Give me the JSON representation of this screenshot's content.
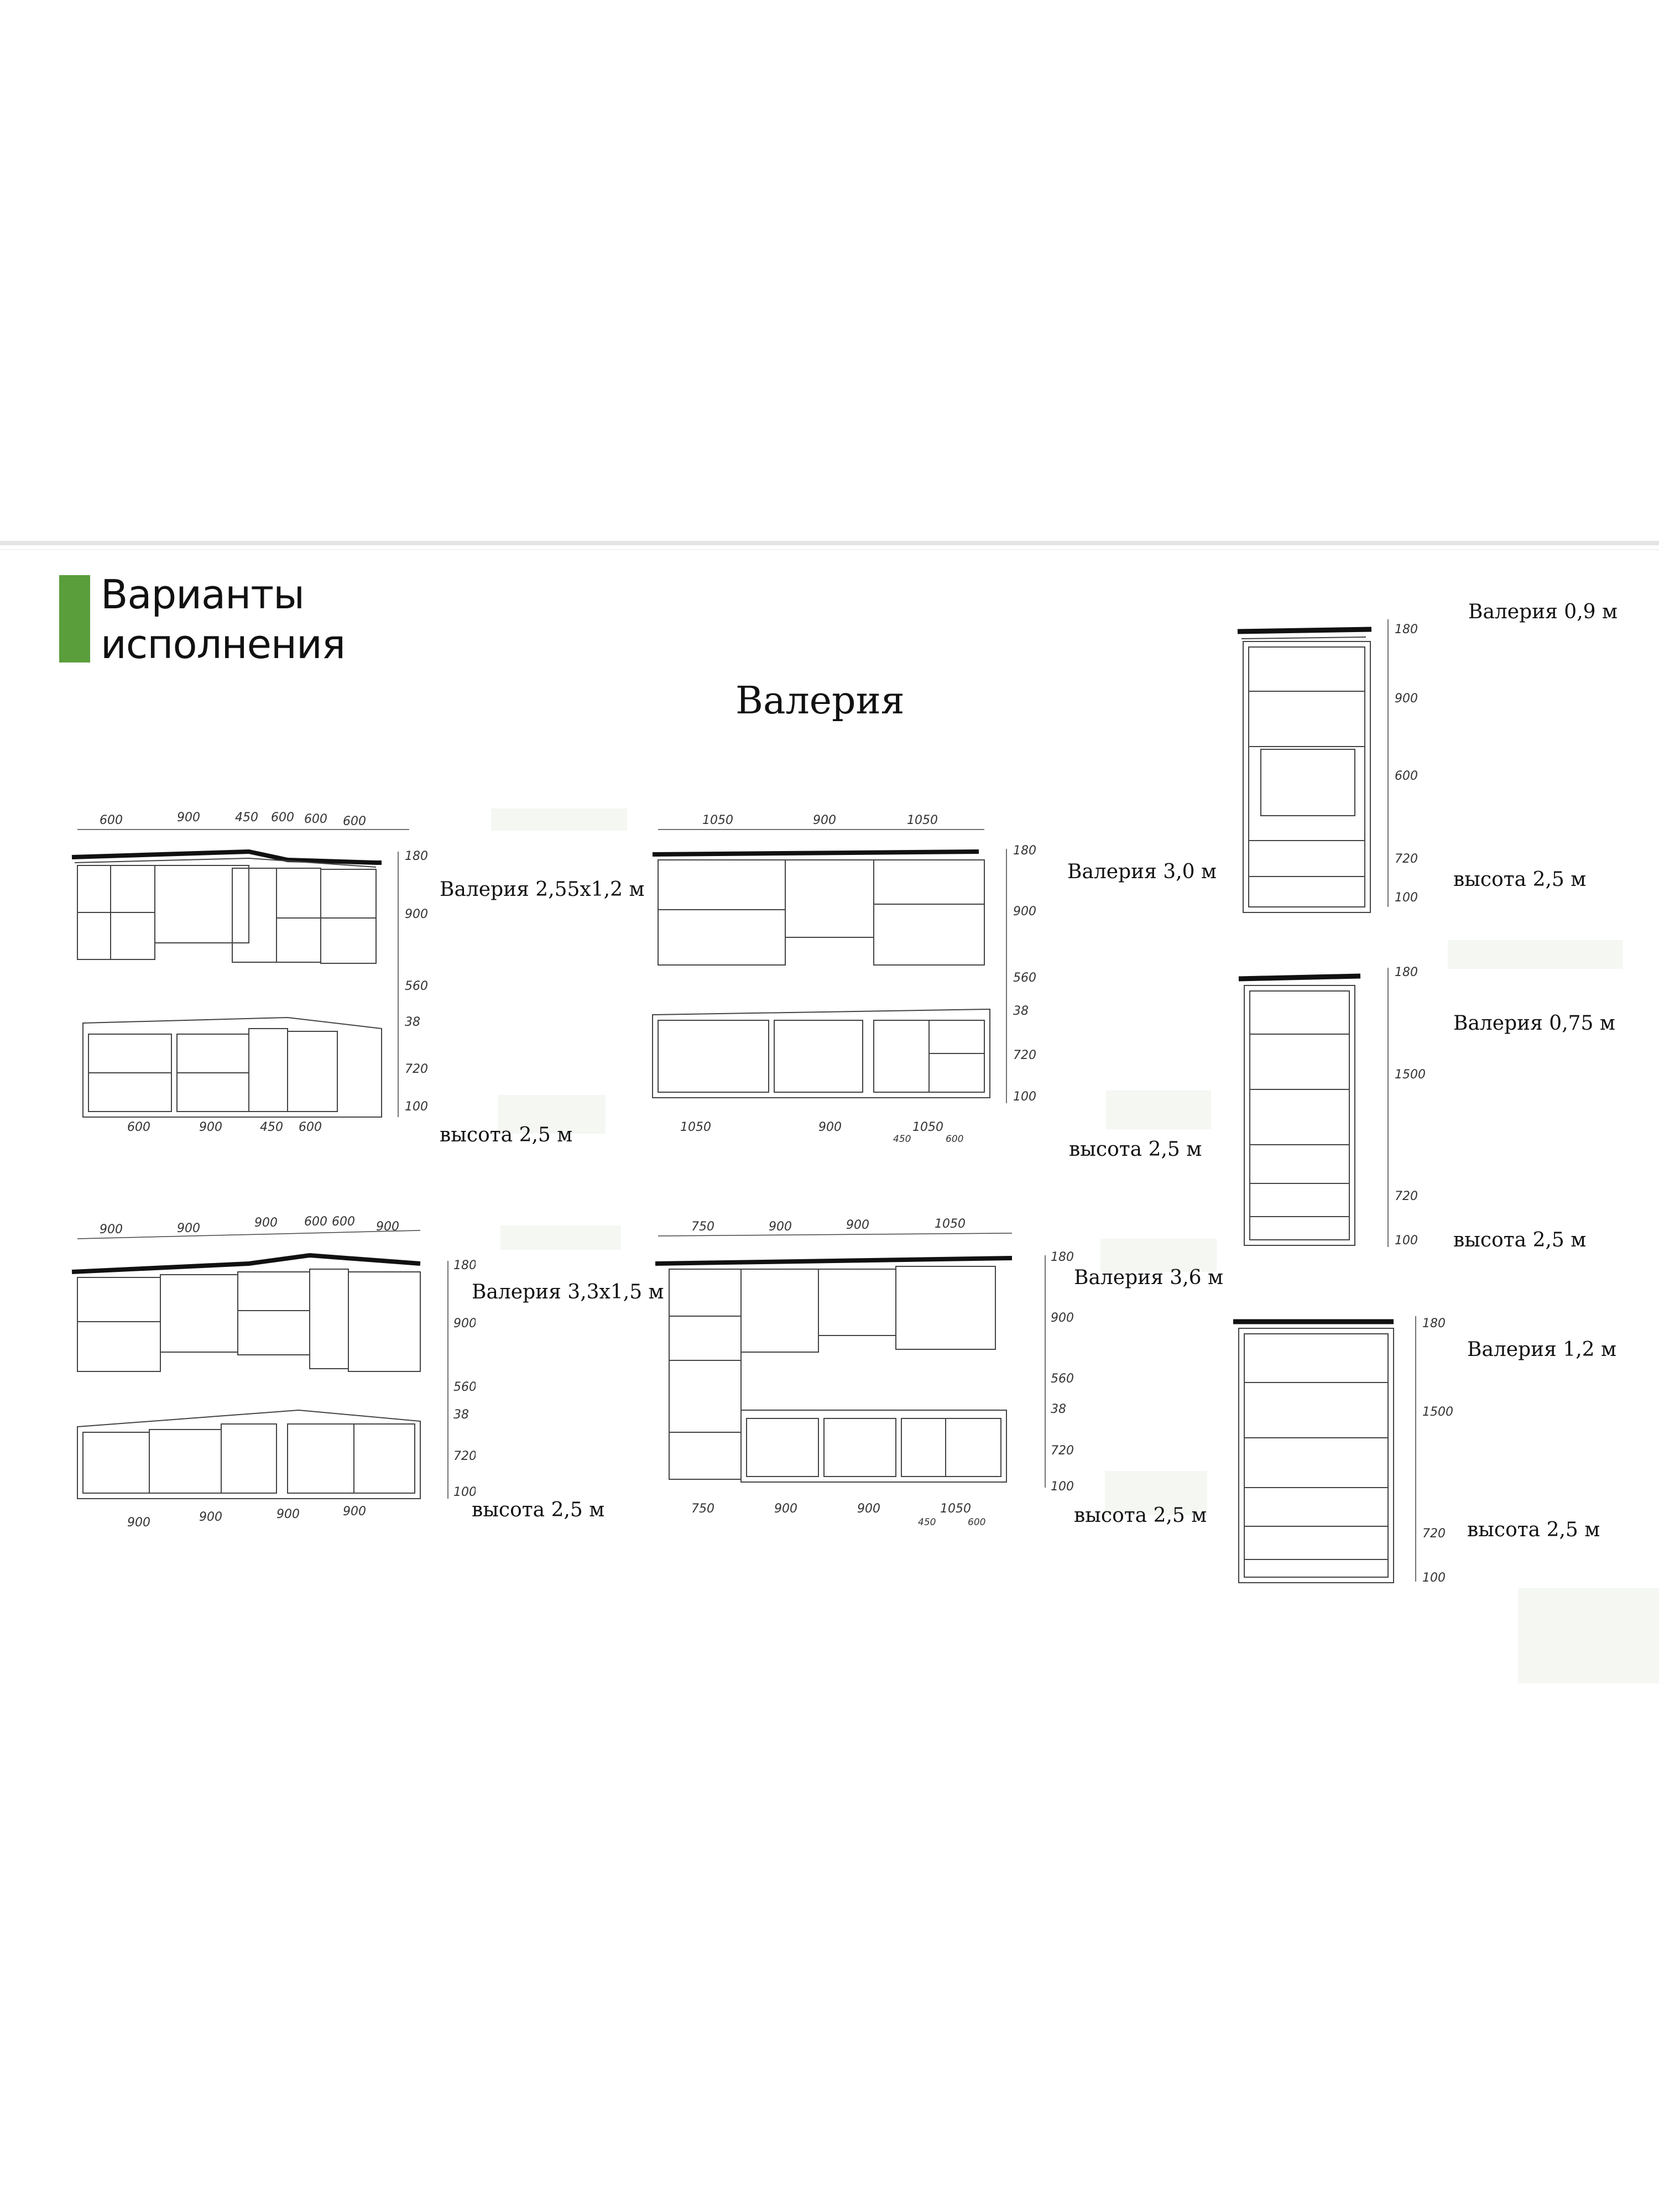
{
  "header": {
    "heading_line1": "Варианты",
    "heading_line2": "исполнения",
    "accent_color": "#5a9e3c"
  },
  "series_title": "Валерия",
  "kitchens": [
    {
      "name": "Валерия 2,55х1,2 м",
      "height": "высота 2,5 м",
      "top_dims": [
        "600",
        "900",
        "450",
        "600",
        "600",
        "600"
      ],
      "bottom_dims": [
        "600",
        "900",
        "450",
        "600"
      ],
      "vertical_dims": [
        "180",
        "900",
        "560",
        "38",
        "720",
        "100"
      ]
    },
    {
      "name": "Валерия 3,0 м",
      "height": "высота 2,5 м",
      "top_dims": [
        "1050",
        "900",
        "1050"
      ],
      "bottom_dims": [
        "1050",
        "900",
        "1050"
      ],
      "sub_dims": [
        "450",
        "600"
      ],
      "vertical_dims": [
        "180",
        "900",
        "560",
        "38",
        "720",
        "100"
      ]
    },
    {
      "name": "Валерия 3,3х1,5 м",
      "height": "высота 2,5 м",
      "top_dims": [
        "900",
        "900",
        "900",
        "600",
        "600",
        "900"
      ],
      "bottom_dims": [
        "900",
        "900",
        "900",
        "900"
      ],
      "vertical_dims": [
        "180",
        "900",
        "560",
        "38",
        "720",
        "100"
      ]
    },
    {
      "name": "Валерия 3,6 м",
      "height": "высота 2,5 м",
      "top_dims": [
        "750",
        "900",
        "900",
        "1050"
      ],
      "bottom_dims": [
        "750",
        "900",
        "900",
        "1050"
      ],
      "sub_dims": [
        "450",
        "600"
      ],
      "vertical_dims": [
        "180",
        "900",
        "560",
        "38",
        "720",
        "100"
      ]
    }
  ],
  "cabinets": [
    {
      "name": "Валерия 0,9 м",
      "height": "высота 2,5 м",
      "vertical_dims": [
        "180",
        "900",
        "600",
        "720",
        "100"
      ]
    },
    {
      "name": "Валерия 0,75 м",
      "height": "высота 2,5 м",
      "vertical_dims": [
        "180",
        "1500",
        "720",
        "100"
      ]
    },
    {
      "name": "Валерия 1,2 м",
      "height": "высота 2,5 м",
      "vertical_dims": [
        "180",
        "1500",
        "720",
        "100"
      ]
    }
  ]
}
